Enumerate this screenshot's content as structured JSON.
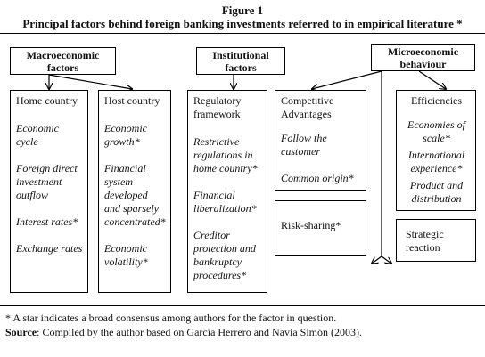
{
  "figure": {
    "number": "Figure 1",
    "title": "Principal factors behind foreign banking investments referred to in empirical literature *"
  },
  "headers": {
    "macro": "Macroeconomic factors",
    "institutional": "Institutional factors",
    "micro": "Microeconomic behaviour"
  },
  "columns": {
    "home": {
      "title": "Home country",
      "items": [
        "Economic cycle",
        "Foreign direct investment outflow",
        "Interest rates*",
        "Exchange rates"
      ]
    },
    "host": {
      "title": "Host country",
      "items": [
        "Economic growth*",
        "Financial system developed and sparsely concentrated*",
        "Economic volatility*"
      ]
    },
    "regulatory": {
      "title": "Regulatory framework",
      "items": [
        "Restrictive regulations in home country*",
        "Financial liberalization*",
        "Creditor protection and bankruptcy procedures*"
      ]
    },
    "competitive": {
      "title": "Competitive Advantages",
      "items": [
        "Follow the customer",
        "Common origin*"
      ]
    },
    "risk": {
      "title": "Risk-sharing*"
    },
    "efficiencies": {
      "title": "Efficiencies",
      "items": [
        "Economies of scale*",
        "International experience*",
        "Product and distribution"
      ]
    },
    "strategic": {
      "title": "Strategic reaction"
    }
  },
  "footnotes": {
    "star_note": "* A star indicates a broad consensus among authors for the factor in question.",
    "source_label": "Source",
    "source_text": ": Compiled by the author based on García Herrero and Navia Simón (2003)."
  }
}
